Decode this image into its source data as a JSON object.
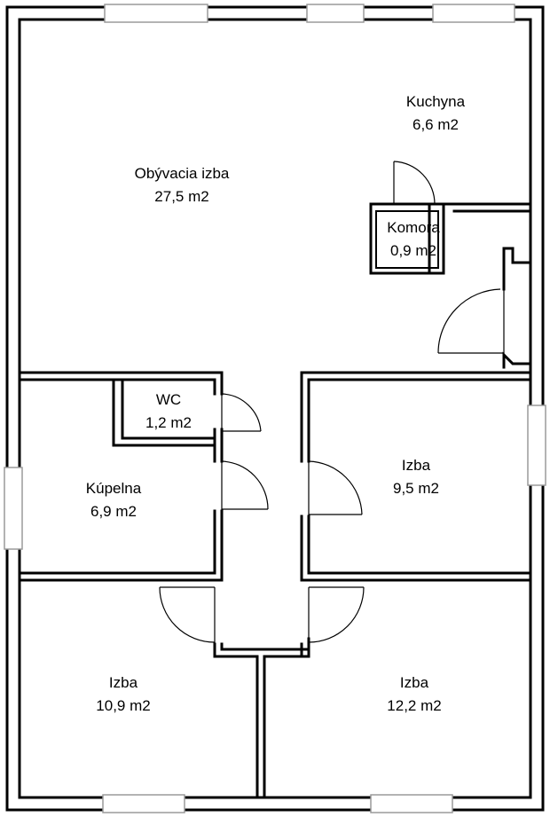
{
  "rooms": [
    {
      "name": "Obývacia izba",
      "area": "27,5 m2"
    },
    {
      "name": "Kuchyna",
      "area": "6,6 m2"
    },
    {
      "name": "Komora",
      "area": "0,9 m2"
    },
    {
      "name": "WC",
      "area": "1,2 m2"
    },
    {
      "name": "Kúpelna",
      "area": "6,9 m2"
    },
    {
      "name": "Izba",
      "area": "9,5 m2"
    },
    {
      "name": "Izba",
      "area": "10,9 m2"
    },
    {
      "name": "Izba",
      "area": "12,2 m2"
    }
  ]
}
